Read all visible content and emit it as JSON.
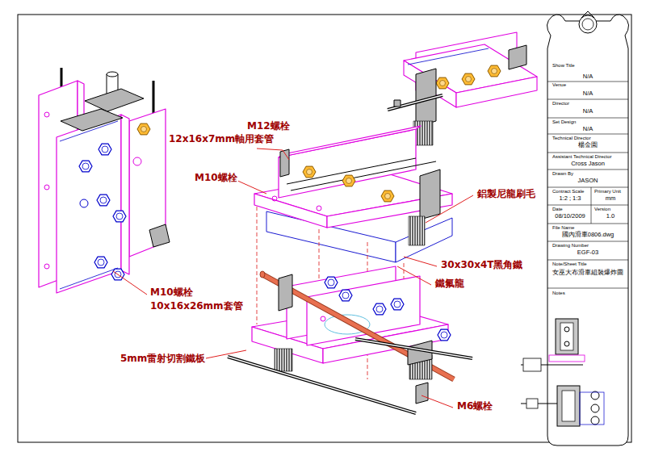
{
  "diagram": {
    "labels": [
      "M12螺栓",
      "12x16x7mm軸用套管",
      "M10螺栓",
      "鋁製尼龍刷毛",
      "30x30x4T黑角鐵",
      "鐵氟龍",
      "M10螺栓",
      "10x16x26mm套管",
      "5mm雷射切割鐵板",
      "M6螺栓",
      "Show Title",
      "N/A",
      "Venue",
      "N/A",
      "Director",
      "N/A",
      "Set Design",
      "N/A",
      "Technical Director",
      "楊金園",
      "Assistant Technical Director",
      "Cross Jason",
      "Drawn By",
      "JASON",
      "Contract Scale",
      "1:2 ; 1:3",
      "Primary Unit",
      "mm",
      "Date",
      "08/10/2009",
      "Version",
      "1.0",
      "File Name",
      "國內滑車0806.dwg",
      "Drawing Number",
      "EGF-03",
      "Note/Sheet Title",
      "女巫大布滑車組裝爆炸圖",
      "Notes"
    ]
  }
}
